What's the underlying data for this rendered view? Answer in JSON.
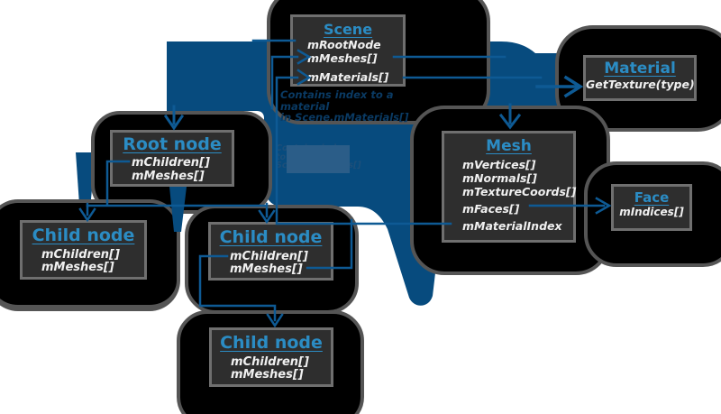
{
  "boxes": [
    {
      "title": "Scene",
      "fields": [
        "mRootNode",
        "mMeshes[]",
        "mMaterials[]"
      ]
    },
    {
      "title": "Material",
      "fields": [
        "GetTexture(type)"
      ]
    },
    {
      "title": "Mesh",
      "fields": [
        "mVertices[]",
        "mNormals[]",
        "mTextureCoords[]",
        "mFaces[]",
        "mMaterialIndex"
      ]
    },
    {
      "title": "Face",
      "fields": [
        "mIndices[]"
      ]
    },
    {
      "title": "Root node",
      "fields": [
        "mChildren[]",
        "mMeshes[]"
      ]
    },
    {
      "title": "Child node",
      "fields": [
        "mChildren[]",
        "mMeshes[]"
      ]
    },
    {
      "title": "Child node",
      "fields": [
        "mChildren[]",
        "mMeshes[]"
      ]
    },
    {
      "title": "Child node",
      "fields": [
        "mChildren[]",
        "mMeshes[]"
      ]
    }
  ],
  "notes": {
    "material_note": {
      "line1": "Contains index to a material",
      "line2": "in Scene.mMaterials[]"
    },
    "mesh_note": {
      "line1": "Contains index",
      "line2": "to a mesh in",
      "line3": "Scene.mMeshes[]"
    }
  },
  "colors": {
    "blob_blue": "#074b7e",
    "line_blue": "#0e5a94",
    "title_blue": "#2b8cc4",
    "note_navy": "#0a3a63",
    "note_dim": "#1d4f7a",
    "highlight_blue": "#2b5d88",
    "box_bg": "#2e2e2e",
    "box_border": "#6f6f6f",
    "blob_black": "#000000",
    "blob_rim": "#555555",
    "field_text": "#f0f0f0",
    "background": "#ffffff"
  }
}
